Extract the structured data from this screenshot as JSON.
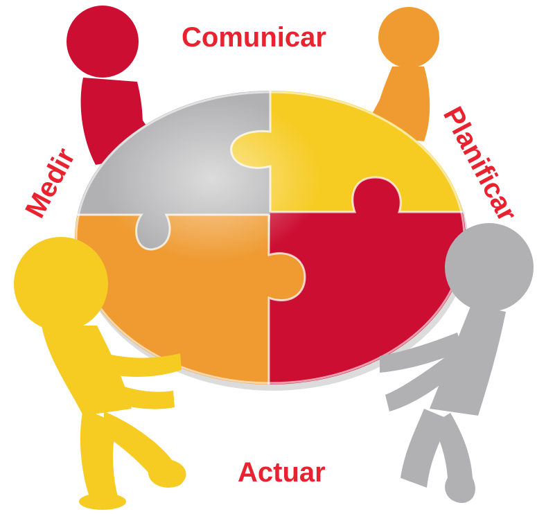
{
  "labels": {
    "comunicar": "Comunicar",
    "planificar": "Planificar",
    "medir": "Medir",
    "actuar": "Actuar"
  },
  "colors": {
    "text": "#e8232f",
    "red": "#cc0e32",
    "orange": "#ef9b32",
    "yellow": "#f6cb22",
    "gray": "#b1b1b3"
  },
  "figures": [
    "red-figure",
    "orange-figure",
    "yellow-figure",
    "gray-figure"
  ],
  "puzzle_pieces": [
    "gray-piece",
    "yellow-piece",
    "orange-piece",
    "red-piece"
  ]
}
